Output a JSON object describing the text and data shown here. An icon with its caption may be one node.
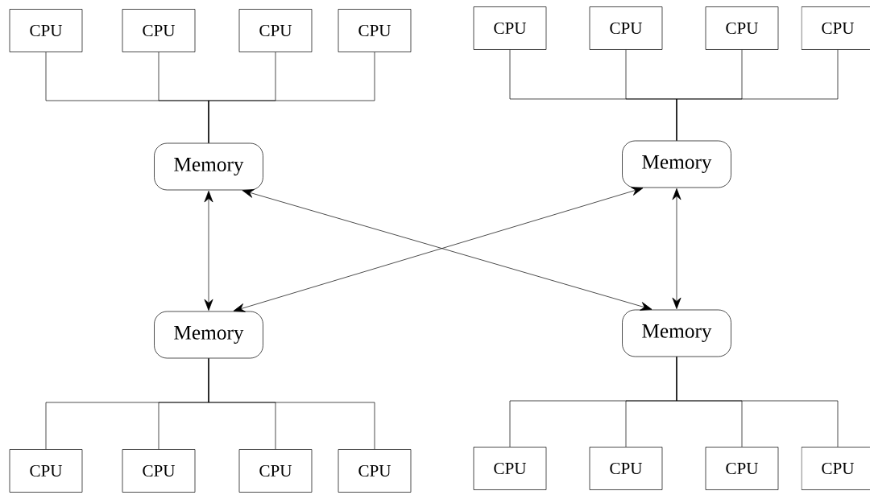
{
  "diagram": {
    "nodes": [
      {
        "text": [
          "CPU"
        ]
      },
      {
        "text": [
          "CPU"
        ]
      },
      {
        "text": [
          "CPU"
        ]
      },
      {
        "text": [
          "CPU"
        ]
      },
      {
        "text": [
          "CPU"
        ]
      },
      {
        "text": [
          "CPU"
        ]
      },
      {
        "text": [
          "CPU"
        ]
      },
      {
        "text": [
          "CPU"
        ]
      },
      {
        "text": [
          "Memory"
        ]
      },
      {
        "text": [
          "Memory"
        ]
      },
      {
        "text": [
          "Memory"
        ]
      },
      {
        "text": [
          "Memory"
        ]
      },
      {
        "text": [
          "CPU"
        ]
      },
      {
        "text": [
          "CPU"
        ]
      },
      {
        "text": [
          "CPU"
        ]
      },
      {
        "text": [
          "CPU"
        ]
      },
      {
        "text": [
          "CPU"
        ]
      },
      {
        "text": [
          "CPU"
        ]
      },
      {
        "text": [
          "CPU"
        ]
      },
      {
        "text": [
          "CPU"
        ]
      }
    ],
    "edges": [
      {
        "from": 0,
        "to": 8,
        "arrow": "none"
      },
      {
        "from": 1,
        "to": 8,
        "arrow": "none"
      },
      {
        "from": 2,
        "to": 8,
        "arrow": "none"
      },
      {
        "from": 3,
        "to": 8,
        "arrow": "none"
      },
      {
        "from": 4,
        "to": 9,
        "arrow": "none"
      },
      {
        "from": 5,
        "to": 9,
        "arrow": "none"
      },
      {
        "from": 6,
        "to": 9,
        "arrow": "none"
      },
      {
        "from": 7,
        "to": 9,
        "arrow": "none"
      },
      {
        "from": 12,
        "to": 10,
        "arrow": "none"
      },
      {
        "from": 13,
        "to": 10,
        "arrow": "none"
      },
      {
        "from": 14,
        "to": 10,
        "arrow": "none"
      },
      {
        "from": 15,
        "to": 10,
        "arrow": "none"
      },
      {
        "from": 16,
        "to": 11,
        "arrow": "none"
      },
      {
        "from": 17,
        "to": 11,
        "arrow": "none"
      },
      {
        "from": 18,
        "to": 11,
        "arrow": "none"
      },
      {
        "from": 19,
        "to": 11,
        "arrow": "none"
      },
      {
        "from": 8,
        "to": 10,
        "arrow": "both"
      },
      {
        "from": 9,
        "to": 11,
        "arrow": "both"
      },
      {
        "from": 8,
        "to": 11,
        "arrow": "both"
      },
      {
        "from": 9,
        "to": 10,
        "arrow": "both"
      }
    ]
  }
}
